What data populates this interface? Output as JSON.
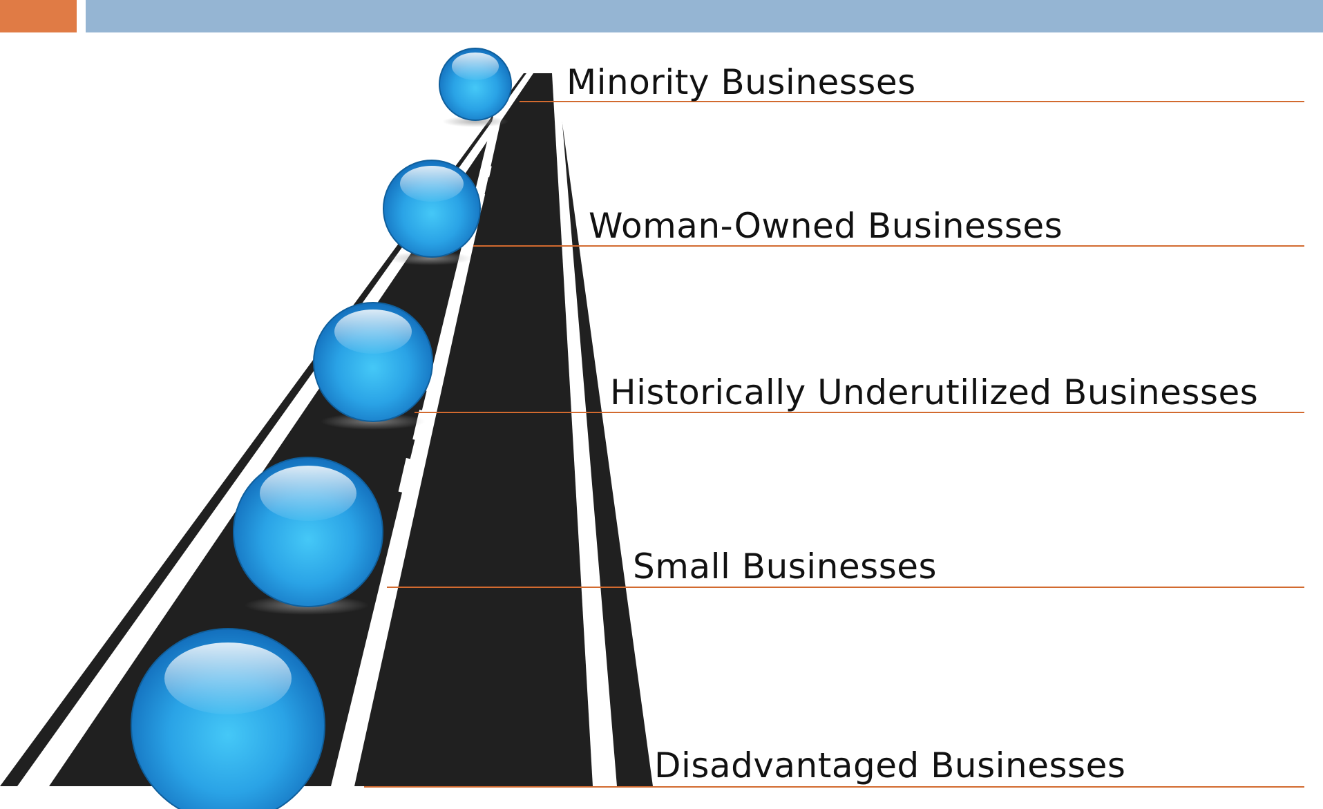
{
  "colors": {
    "header_bar": "#95b5d3",
    "accent_bar": "#e07b45",
    "road": "#202020",
    "road_marking": "#ffffff",
    "guide_line": "#d26a2f",
    "sphere_light": "#45c8f7",
    "sphere_dark": "#136fbd",
    "label_text": "#111111"
  },
  "stages": [
    {
      "label": "Minority Businesses",
      "icon": "sphere-icon"
    },
    {
      "label": "Woman-Owned Businesses",
      "icon": "sphere-icon"
    },
    {
      "label": "Historically Underutilized Businesses",
      "icon": "sphere-icon"
    },
    {
      "label": "Small Businesses",
      "icon": "sphere-icon"
    },
    {
      "label": "Disadvantaged Businesses",
      "icon": "sphere-icon"
    }
  ]
}
